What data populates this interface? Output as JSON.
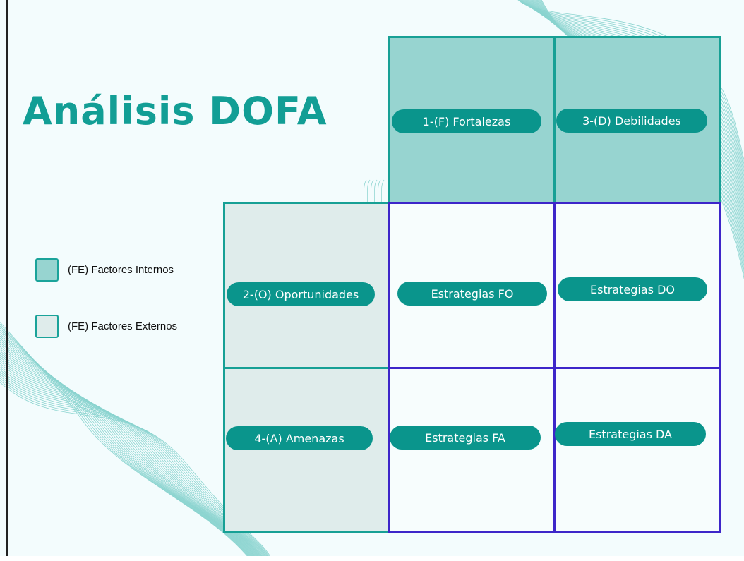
{
  "slide": {
    "title": "Análisis DOFA",
    "legend": [
      {
        "label": "(FE) Factores Internos",
        "color": "#97d4d0"
      },
      {
        "label": "(FE) Factores Externos",
        "color": "#dfeceb"
      }
    ]
  },
  "matrix": {
    "headers": {
      "fortalezas": "1-(F) Fortalezas",
      "debilidades": "3-(D) Debilidades",
      "oportunidades": "2-(O) Oportunidades",
      "amenazas": "4-(A) Amenazas"
    },
    "strategies": {
      "fo": "Estrategias FO",
      "do": "Estrategias DO",
      "fa": "Estrategias FA",
      "da": "Estrategias DA"
    }
  },
  "colors": {
    "accent": "#129e95",
    "pill": "#0a958c",
    "internal": "#97d4d0",
    "external": "#dfeceb",
    "strategy_border": "#3d26c9",
    "background": "#f3fcfd"
  }
}
